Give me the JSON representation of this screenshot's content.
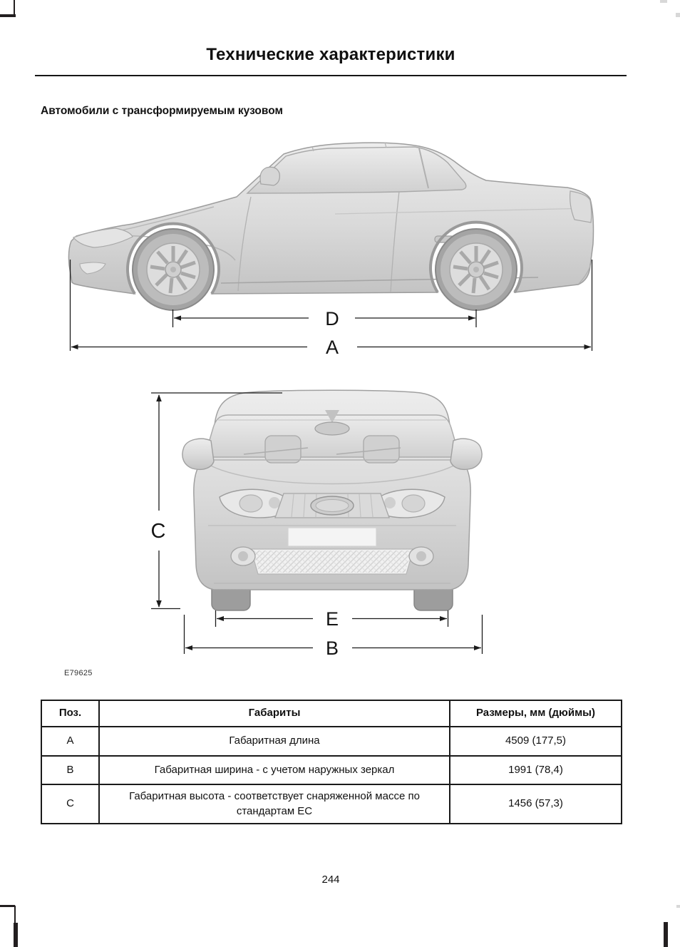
{
  "page": {
    "title": "Технические характеристики",
    "section_heading": "Автомобили с трансформируемым кузовом",
    "page_number": "244"
  },
  "diagram": {
    "figure_id": "E79625",
    "labels": {
      "overall_length": "A",
      "overall_width": "B",
      "height": "C",
      "wheelbase": "D",
      "width_between_mirrors": "E"
    }
  },
  "table": {
    "headers": [
      "Поз.",
      "Габариты",
      "Размеры, мм (дюймы)"
    ],
    "rows": [
      {
        "pos": "A",
        "dimension": "Габаритная длина",
        "value": "4509 (177,5)"
      },
      {
        "pos": "B",
        "dimension": "Габаритная ширина - с учетом наружных зеркал",
        "value": "1991 (78,4)"
      },
      {
        "pos": "C",
        "dimension": "Габаритная высота - соответствует снаряженной массе по стандартам ЕС",
        "value": "1456 (57,3)"
      }
    ]
  }
}
